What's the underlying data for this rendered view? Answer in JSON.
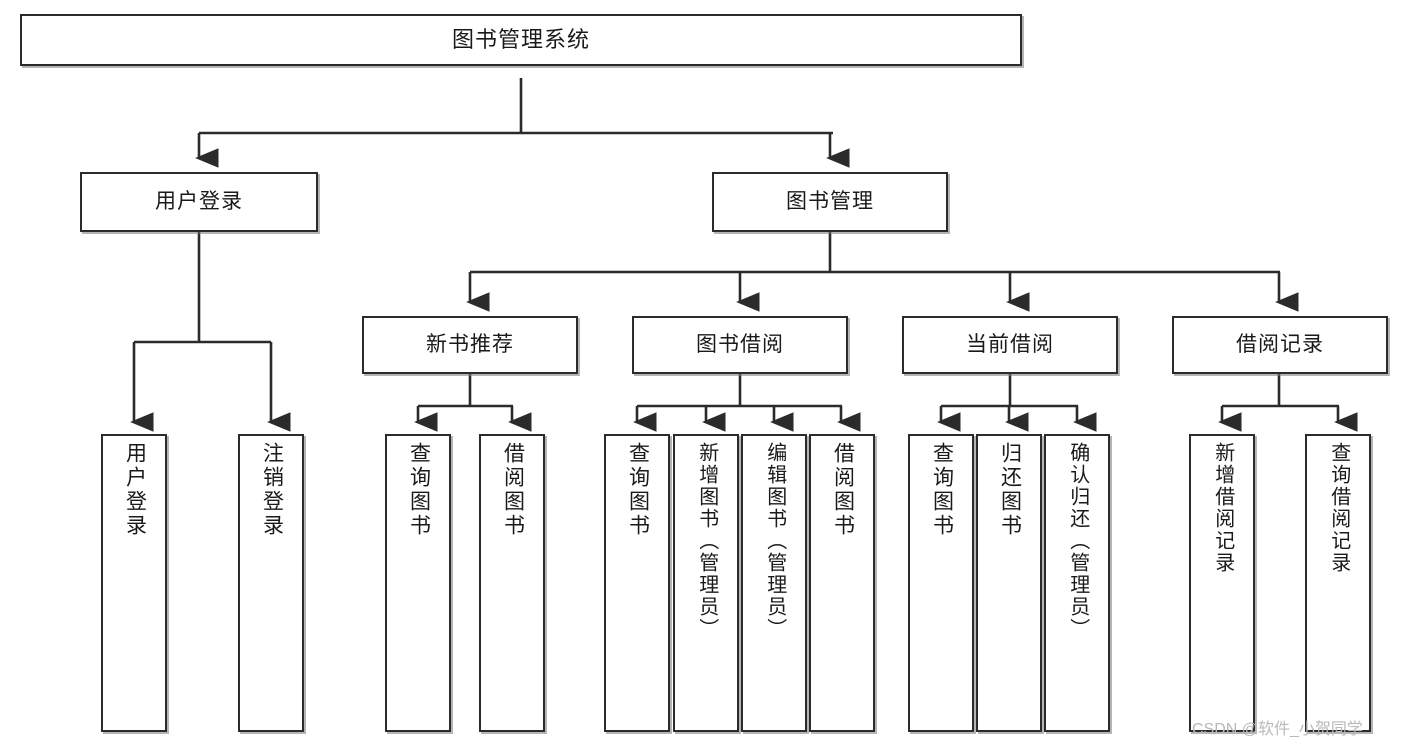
{
  "diagram": {
    "title": "图书管理系统",
    "type": "hierarchy-tree",
    "levels": 4,
    "colors": {
      "node_border": "#2b2b2b",
      "node_fill": "#ffffff",
      "connector": "#2b2b2b",
      "text": "#1a1a1a",
      "watermark": "#b9b9b9"
    },
    "root": {
      "id": "root",
      "label": "图书管理系统"
    },
    "level2": [
      {
        "id": "user-login",
        "label": "用户登录"
      },
      {
        "id": "book-management",
        "label": "图书管理"
      }
    ],
    "level3": [
      {
        "id": "new-book-recommend",
        "label": "新书推荐",
        "parent": "book-management"
      },
      {
        "id": "book-borrow",
        "label": "图书借阅",
        "parent": "book-management"
      },
      {
        "id": "current-borrow",
        "label": "当前借阅",
        "parent": "book-management"
      },
      {
        "id": "borrow-record",
        "label": "借阅记录",
        "parent": "book-management"
      }
    ],
    "leaves": {
      "user_login": [
        {
          "id": "leaf-user-login",
          "label": "用户登录"
        },
        {
          "id": "leaf-logout-login",
          "label": "注销登录"
        }
      ],
      "new_book_recommend": [
        {
          "id": "leaf-query-book-1",
          "label": "查询图书"
        },
        {
          "id": "leaf-borrow-book-1",
          "label": "借阅图书"
        }
      ],
      "book_borrow": [
        {
          "id": "leaf-query-book-2",
          "label": "查询图书"
        },
        {
          "id": "leaf-add-book",
          "label": "新增图书（管理员）"
        },
        {
          "id": "leaf-edit-book",
          "label": "编辑图书（管理员）"
        },
        {
          "id": "leaf-borrow-book-2",
          "label": "借阅图书"
        }
      ],
      "current_borrow": [
        {
          "id": "leaf-query-book-3",
          "label": "查询图书"
        },
        {
          "id": "leaf-return-book",
          "label": "归还图书"
        },
        {
          "id": "leaf-confirm-return",
          "label": "确认归还（管理员）"
        }
      ],
      "borrow_record": [
        {
          "id": "leaf-add-record",
          "label": "新增借阅记录"
        },
        {
          "id": "leaf-query-record",
          "label": "查询借阅记录"
        }
      ]
    }
  },
  "watermark": {
    "text": "CSDN @软件_小贺同学"
  }
}
